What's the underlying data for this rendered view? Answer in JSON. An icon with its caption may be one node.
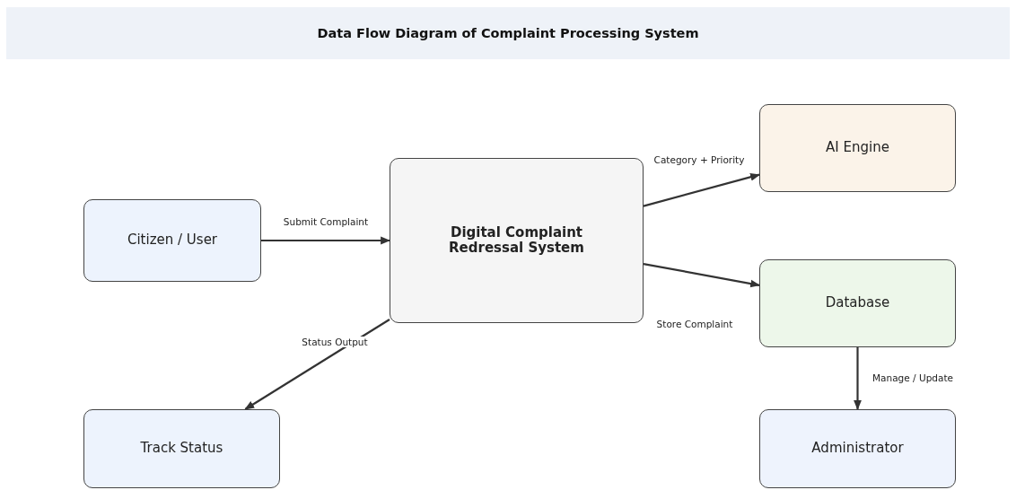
{
  "diagram": {
    "title": "Data Flow Diagram of Complaint Processing System",
    "nodes": [
      {
        "text": [
          "Citizen / User"
        ]
      },
      {
        "text": [
          "Digital Complaint Redressal System"
        ]
      },
      {
        "text": [
          "AI Engine"
        ]
      },
      {
        "text": [
          "Database"
        ]
      },
      {
        "text": [
          "Track Status"
        ]
      },
      {
        "text": [
          "Administrator"
        ]
      }
    ],
    "edges": [
      {
        "from": 0,
        "to": 1,
        "arrow": "to",
        "label": "Submit Complaint"
      },
      {
        "from": 1,
        "to": 2,
        "arrow": "to",
        "label": "Category + Priority"
      },
      {
        "from": 1,
        "to": 3,
        "arrow": "to",
        "label": "Store Complaint"
      },
      {
        "from": 1,
        "to": 4,
        "arrow": "to",
        "label": "Status Output"
      },
      {
        "from": 3,
        "to": 5,
        "arrow": "to",
        "label": "Manage / Update"
      }
    ]
  }
}
